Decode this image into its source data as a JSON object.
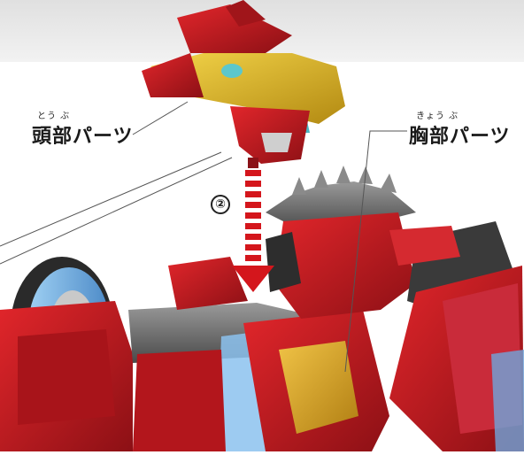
{
  "labels": {
    "head": {
      "ruby": "とう ぶ",
      "text": "頭部パーツ"
    },
    "chest": {
      "ruby": "きょう ぶ",
      "text": "胸部パーツ"
    }
  },
  "step_number": "②",
  "colors": {
    "robot_red": "#c21a1f",
    "robot_dark_red": "#7c0d12",
    "gold": "#d9b21c",
    "teal": "#5cc7cc",
    "gray": "#6e6e6e",
    "blue_glass": "#7fb6e6",
    "arrow_red": "#d4161c",
    "background_top": "#ececec"
  },
  "icons": [
    "head-part-illustration",
    "chest-part-illustration",
    "down-arrow-icon",
    "robot-body-illustration"
  ]
}
